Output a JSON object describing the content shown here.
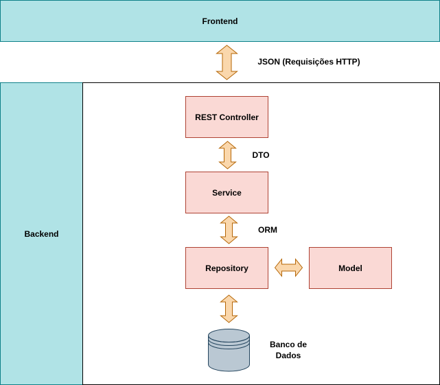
{
  "frontend": {
    "label": "Frontend"
  },
  "backend": {
    "label": "Backend"
  },
  "arrows": {
    "json_label": "JSON (Requisições HTTP)",
    "dto_label": "DTO",
    "orm_label": "ORM"
  },
  "components": {
    "rest_controller": "REST Controller",
    "service": "Service",
    "repository": "Repository",
    "model": "Model"
  },
  "database": {
    "label_line1": "Banco de",
    "label_line2": "Dados"
  },
  "colors": {
    "teal_fill": "#b0e3e6",
    "teal_stroke": "#0e8088",
    "pink_fill": "#fad9d5",
    "pink_stroke": "#ae4132",
    "arrow_fill": "#fad7ac",
    "arrow_stroke": "#b46504",
    "db_fill": "#bac8d3",
    "db_stroke": "#23445d"
  }
}
